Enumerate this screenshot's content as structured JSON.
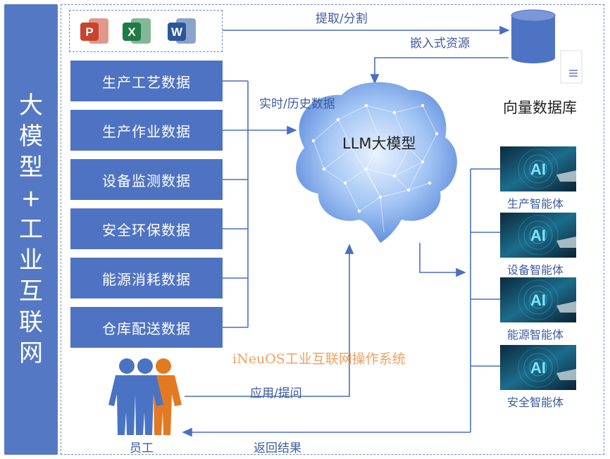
{
  "sidebar": {
    "chars": [
      "大",
      "模",
      "型",
      "+",
      "工",
      "业",
      "互",
      "联",
      "网"
    ]
  },
  "office_apps": [
    {
      "letter": "P",
      "color": "#c8432c",
      "icon": "powerpoint-icon"
    },
    {
      "letter": "X",
      "color": "#1f7a43",
      "icon": "excel-icon"
    },
    {
      "letter": "W",
      "color": "#2b579a",
      "icon": "word-icon"
    }
  ],
  "data_sources": [
    "生产工艺数据",
    "生产作业数据",
    "设备监测数据",
    "安全环保数据",
    "能源消耗数据",
    "仓库配送数据"
  ],
  "labels": {
    "extract": "提取/分割",
    "embed": "嵌入式资源",
    "vector_db": "向量数据库",
    "realtime": "实时/历史数据",
    "llm": "LLM大模型",
    "system": "iNeuOS工业互联网操作系统",
    "apply": "应用/提问",
    "staff": "员工",
    "return": "返回结果"
  },
  "agents": [
    "生产智能体",
    "设备智能体",
    "能源智能体",
    "安全智能体"
  ],
  "agent_badge": "AI",
  "colors": {
    "sidebar": "#5578c4",
    "box": "#4f73c3",
    "line": "#4a6fc0",
    "person_blue": "#4a73c4",
    "person_orange": "#e37a22",
    "brain": "#6e9be4"
  }
}
